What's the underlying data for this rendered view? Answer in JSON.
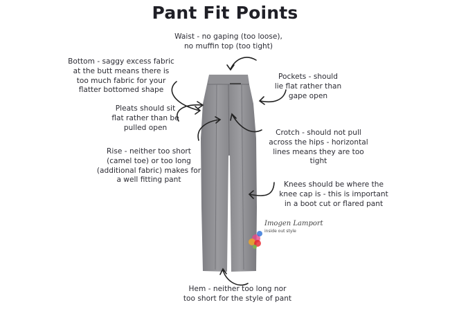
{
  "title": "Pant Fit Points",
  "annotations": {
    "waist": "Waist - no gaping (too loose),\nno muffin top (too tight)",
    "bottom": "Bottom - saggy excess fabric\nat the butt means there is\ntoo much fabric for your\nflatter bottomed shape",
    "pockets": "Pockets - should\nlie flat rather than\ngape open",
    "pleats": "Pleats should sit\nflat rather than be\npulled open",
    "crotch": "Crotch - should not pull\nacross the hips - horizontal\nlines means they are too\ntight",
    "rise": "Rise - neither too short\n(camel toe) or too long\n(additional fabric) makes for\na well fitting pant",
    "knees": "Knees should be where the\nknee cap is - this is important\nin a boot cut or flared pant",
    "hem": "Hem - neither too long nor\ntoo short for the style of pant"
  },
  "logo": {
    "name": "Imogen Lamport",
    "tagline": "inside out style"
  },
  "colors": {
    "pant": "#8e8e92",
    "text": "#2b2b33",
    "arrow": "#222222"
  }
}
